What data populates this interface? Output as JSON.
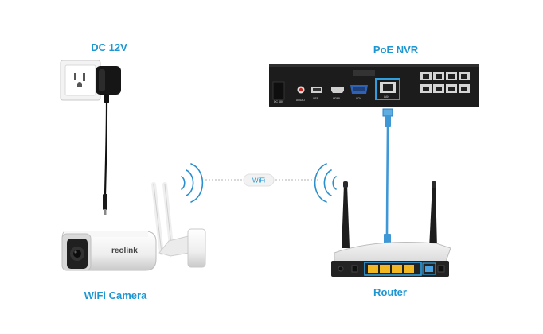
{
  "labels": {
    "dc": "DC 12V",
    "nvr": "PoE NVR",
    "camera": "WiFi Camera",
    "router": "Router",
    "wifi": "WiFi"
  },
  "camera_logo": "reolink",
  "colors": {
    "accent": "#1e96d2",
    "cable": "#3f98d6",
    "nvr_body": "#1c1c1c",
    "router_body": "#2a2a2a",
    "lan_ports": "#f2b824"
  },
  "icons": [
    "wall-outlet-icon",
    "power-adapter-icon",
    "wifi-signal-icon",
    "ethernet-cable-icon"
  ]
}
